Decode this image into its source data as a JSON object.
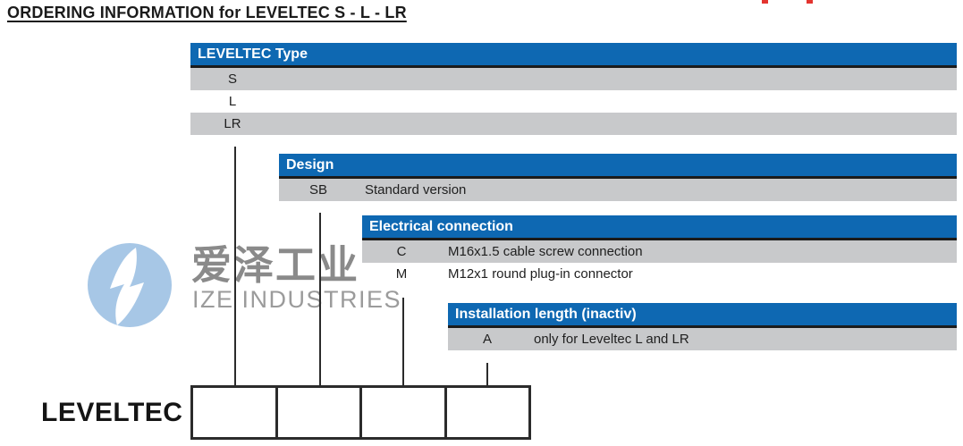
{
  "page_title": "ORDERING INFORMATION for LEVELTEC S - L - LR",
  "colors": {
    "header_blue": "#0e68b2",
    "row_gray": "#c8c9cb",
    "line_black": "#2b2b2b",
    "watermark_blue": "#a7c7e6",
    "watermark_text_gray": "#8a8a8a",
    "red_mark": "#e3342f"
  },
  "tables": [
    {
      "header": "LEVELTEC Type",
      "rows": [
        {
          "code": "S",
          "desc": ""
        },
        {
          "code": "L",
          "desc": ""
        },
        {
          "code": "LR",
          "desc": ""
        }
      ]
    },
    {
      "header": "Design",
      "rows": [
        {
          "code": "SB",
          "desc": "Standard version"
        }
      ]
    },
    {
      "header": "Electrical connection",
      "rows": [
        {
          "code": "C",
          "desc": "M16x1.5 cable screw connection"
        },
        {
          "code": "M",
          "desc": "M12x1 round plug-in connector"
        }
      ]
    },
    {
      "header": "Installation length (inactiv)",
      "rows": [
        {
          "code": "A",
          "desc": "only for Leveltec L and LR"
        }
      ]
    }
  ],
  "product_label": "LEVELTEC",
  "order_code_boxes": [
    "",
    "",
    "",
    ""
  ],
  "watermark": {
    "logo_icon": "ize-industries-circle-logo",
    "cjk_text": "爱泽工业",
    "latin_text": "IZE INDUSTRIES"
  }
}
